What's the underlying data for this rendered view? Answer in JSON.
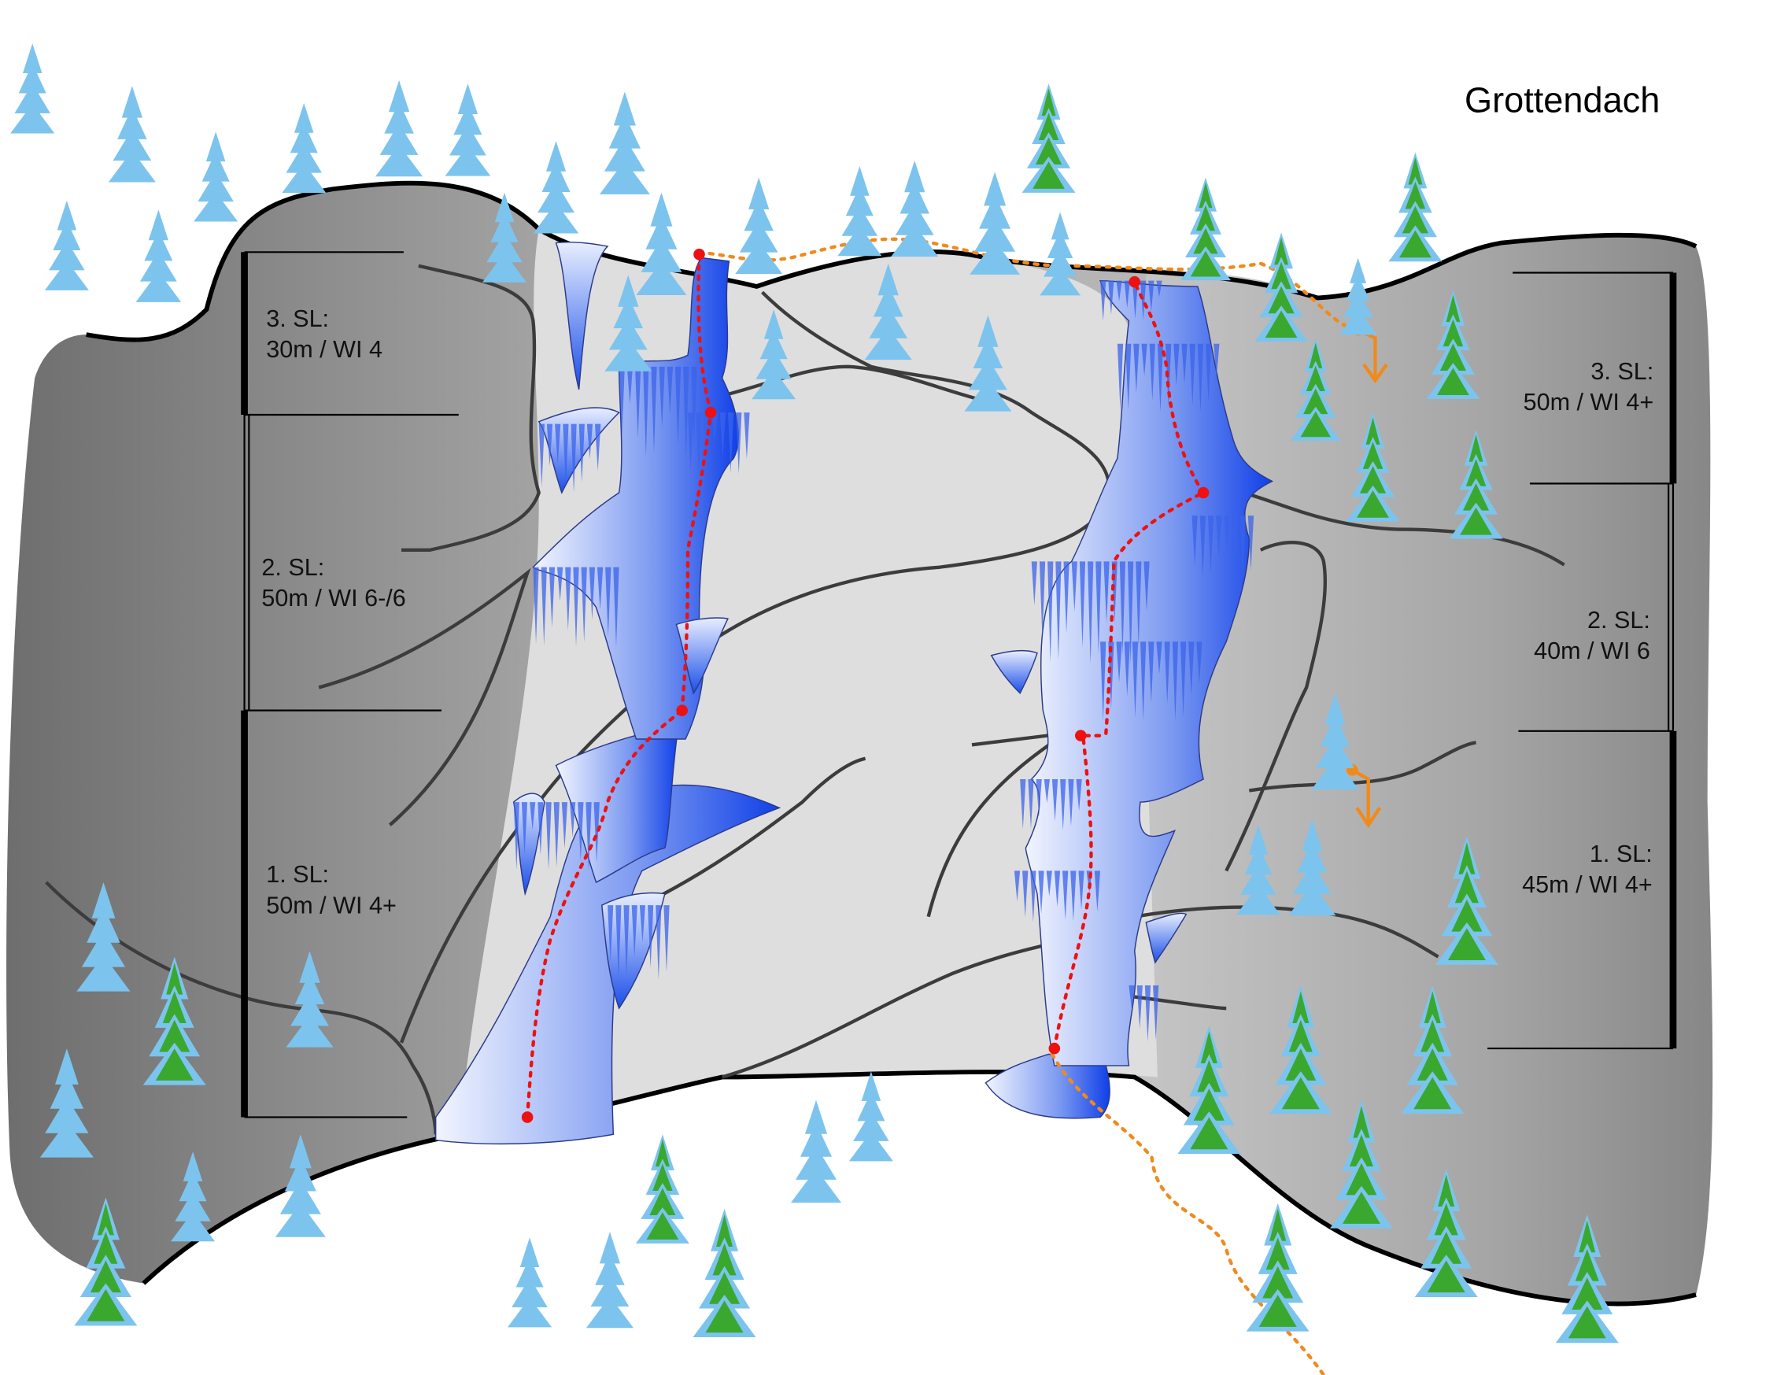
{
  "title": "Grottendach",
  "left_route": {
    "pitches": [
      {
        "name": "3. SL:",
        "detail": "30m / WI 4"
      },
      {
        "name": "2. SL:",
        "detail": "50m / WI 6-/6"
      },
      {
        "name": "1. SL:",
        "detail": "50m / WI 4+"
      }
    ]
  },
  "right_route": {
    "pitches": [
      {
        "name": "3. SL:",
        "detail": "50m / WI 4+"
      },
      {
        "name": "2. SL:",
        "detail": "40m / WI 6"
      },
      {
        "name": "1. SL:",
        "detail": "45m / WI 4+"
      }
    ]
  },
  "colors": {
    "route": "#ee1111",
    "approach": "#f08a1c",
    "ice": "#1a4ee8",
    "rock_dark": "#7a7a7a",
    "rock_light": "#e2e2e2",
    "tree": "#7cc4ee",
    "tree_green": "#3aa82e"
  }
}
